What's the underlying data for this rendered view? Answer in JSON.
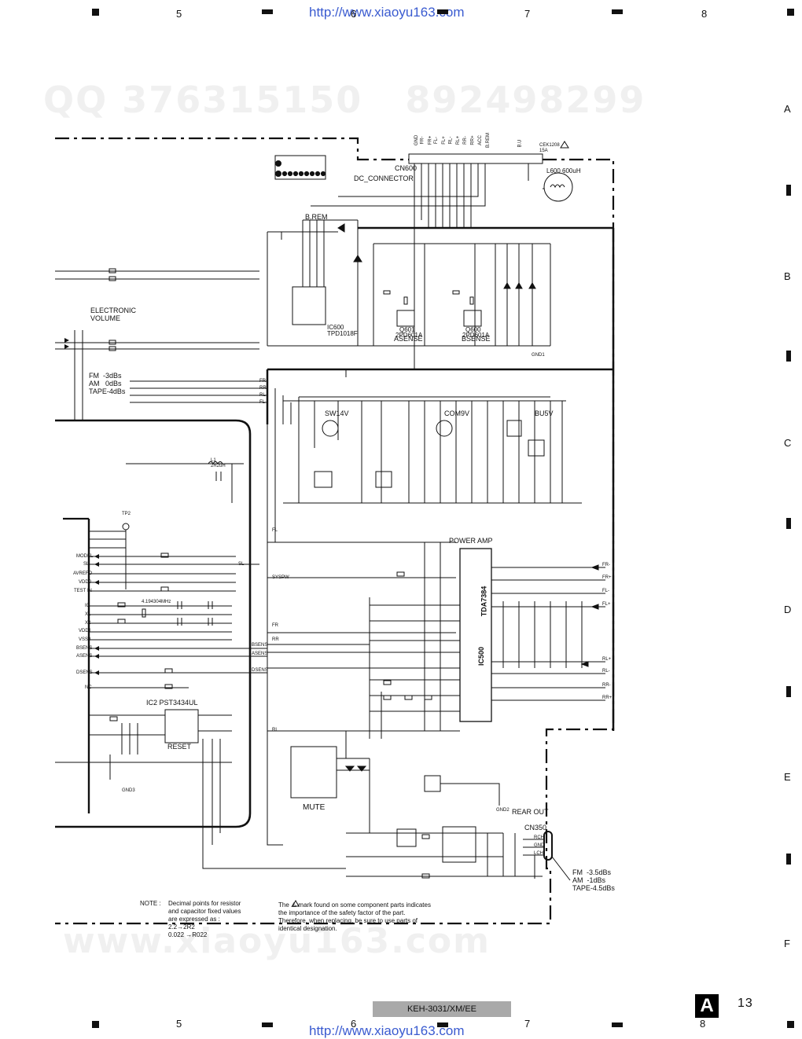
{
  "watermark": {
    "url": "http://www.xiaoyu163.com",
    "qq": "QQ 376315150   892498299",
    "site": "www.xiaoyu163.com"
  },
  "grid": {
    "columns": [
      "5",
      "6",
      "7",
      "8"
    ],
    "rows": [
      "A",
      "B",
      "C",
      "D",
      "E",
      "F"
    ]
  },
  "blocks": {
    "cn600": "CN600",
    "dc_connector": "DC_CONNECTOR",
    "brem": "B.REM",
    "ic600": "IC600",
    "ic600_part": "TPD1018F",
    "asense": "ASENSE",
    "bsense": "BSENSE",
    "q601": "Q601",
    "q601_part": "2PD601A",
    "q600": "Q600",
    "q600_part": "2PD601A",
    "electronic_volume": "ELECTRONIC\nVOLUME",
    "gains_top": "FM  -3dBs\nAM   0dBs\nTAPE-4dBs",
    "sw14v": "SW14V",
    "com9v": "COM9V",
    "bu5v": "BU5V",
    "power_amp": "POWER AMP",
    "ic500": "IC500",
    "tda": "TDA7384",
    "ic2": "IC2   PST3434UL",
    "reset": "RESET",
    "mute": "MUTE",
    "rear_out": "REAR OUT",
    "cn350": "CN350",
    "gains_bottom": "FM  -3.5dBs\nAM  -1dBs\nTAPE-4.5dBs",
    "l600": "L600   600uH",
    "cek": "CEK1208\n15A",
    "gnd1": "GND1",
    "gnd2": "GND2",
    "gnd3": "GND3",
    "tp2": "TP2",
    "xtal": "4.194304MHz",
    "l1": "L1\n2R2uH"
  },
  "cn600_pins": [
    "GND",
    "FR-",
    "FR+",
    "FL-",
    "FL+",
    "RL-",
    "RL+",
    "RR-",
    "RR+",
    "ACC",
    "B.REM",
    "B.U",
    "",
    "",
    "",
    "",
    "",
    ""
  ],
  "outputs_right": [
    "FR-",
    "FR+",
    "FL-",
    "FL+",
    "RL+",
    "RL-",
    "RR-",
    "RR+"
  ],
  "rear_pins": [
    "RCH",
    "GND",
    "LCH"
  ],
  "micro_pins": [
    "MODEL",
    "SL",
    "AVREFO",
    "VDD0",
    "TEST IN",
    "IC",
    "X1",
    "X2",
    "VDD1",
    "VSS0",
    "BSENS",
    "ASENS",
    "DSENS",
    "NC"
  ],
  "bus_signals": [
    "FR",
    "RR",
    "RL",
    "FL",
    "SL",
    "SYSPW",
    "BSENS",
    "ASENS",
    "DSENS",
    "FL",
    "FR",
    "RR",
    "RL"
  ],
  "note": {
    "title": "NOTE :",
    "text": "Decimal points for resistor\nand capacitor fixed values\nare expressed as :\n2.2→2R2\n0.022 →R022",
    "safety": "The ⚠ mark found on some component parts indicates\nthe importance of the safety factor of the part.\nTherefore, when replacing, be sure to use parts of\nidentical designation."
  },
  "footer": {
    "model": "KEH-3031/XM/EE",
    "section": "A",
    "page": "13"
  }
}
